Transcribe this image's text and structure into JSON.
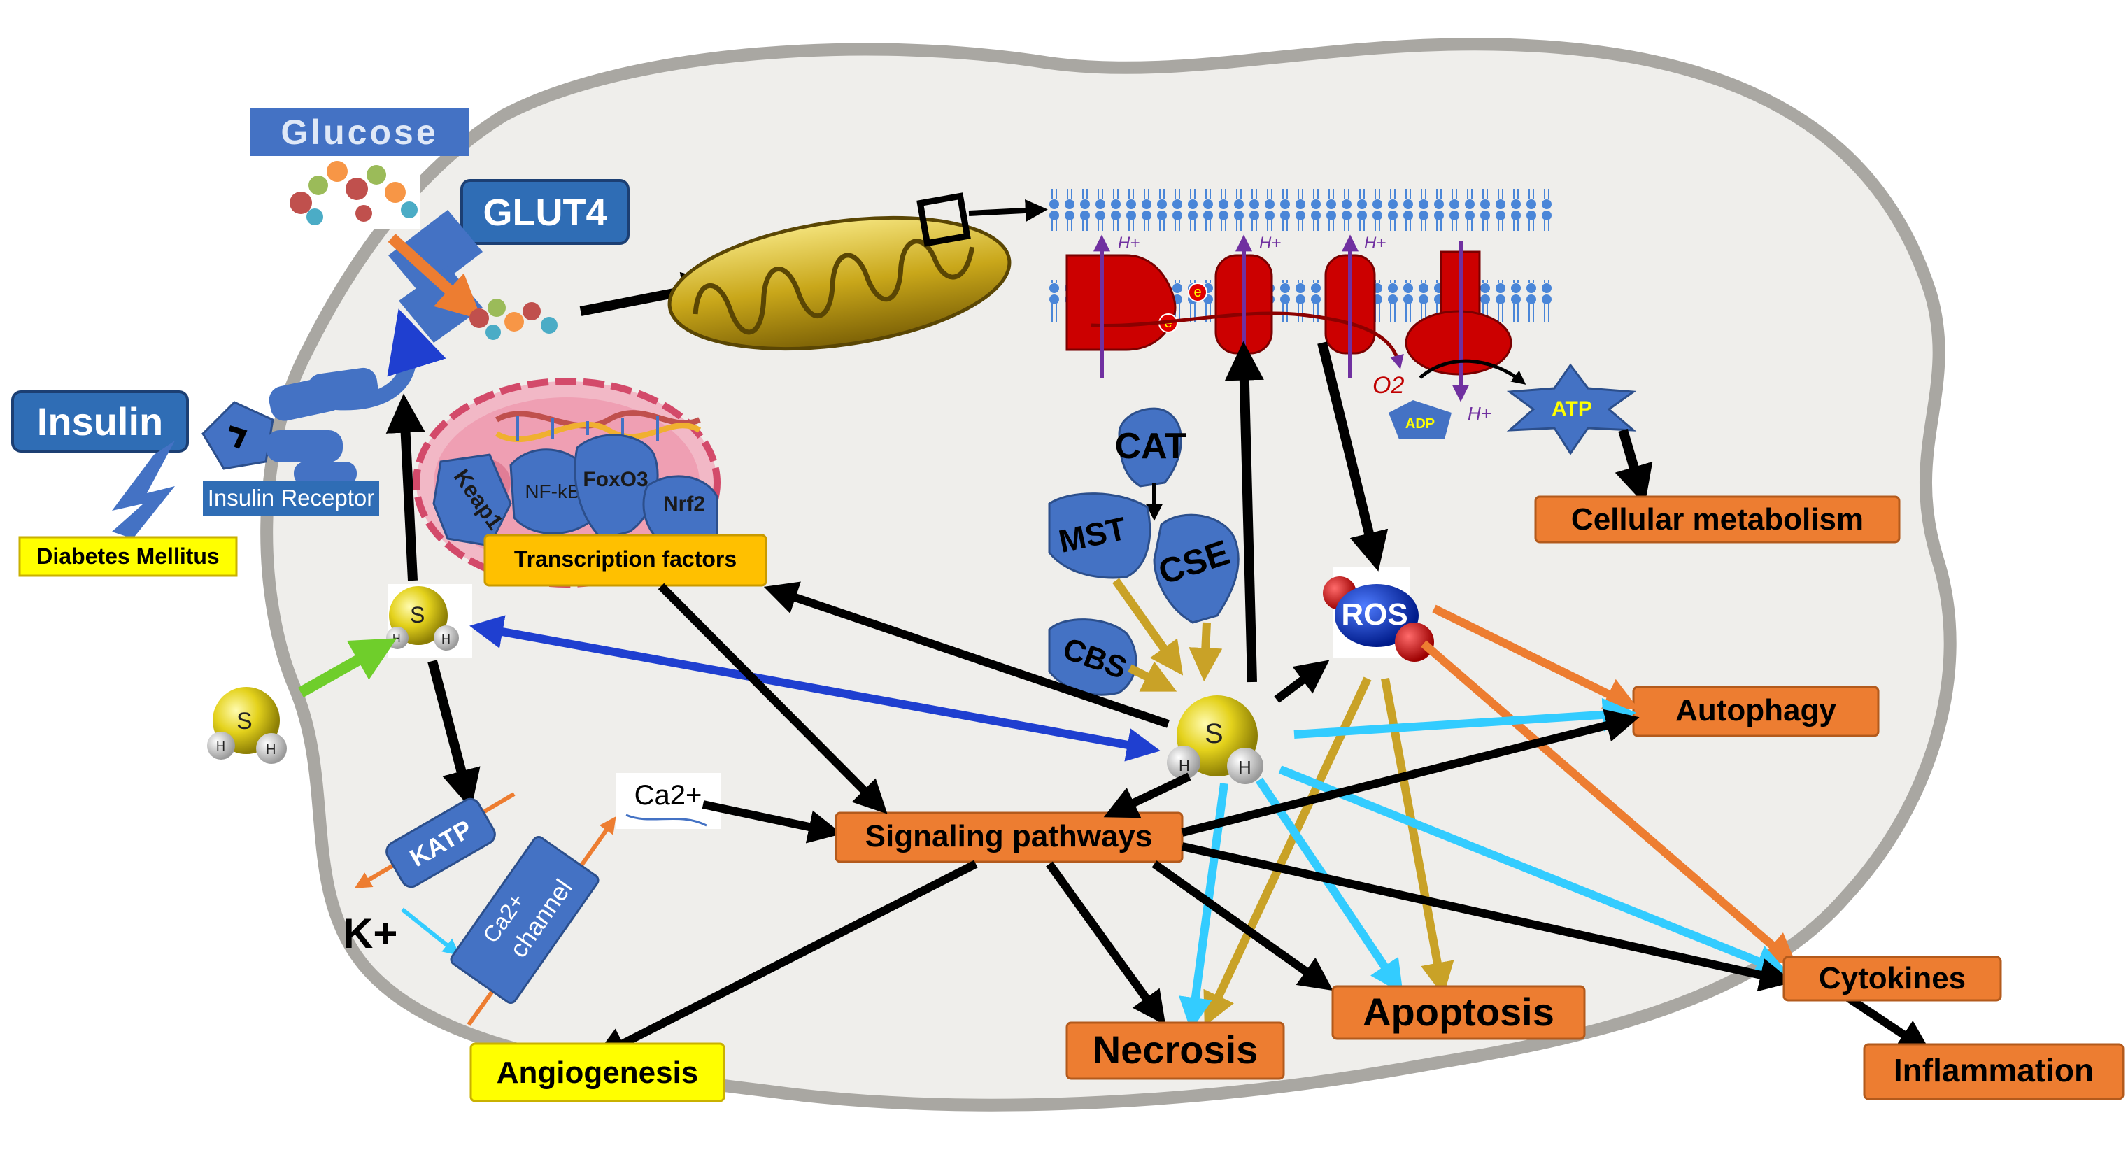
{
  "colors": {
    "cell_fill": "#efeeeb",
    "cell_border": "#a9a7a2",
    "blue": "#4472c4",
    "dark_blue": "#1f4e9a",
    "orange": "#ed7d31",
    "yellow": "#ffff00",
    "gold": "#ffc000",
    "cyan": "#33ccff",
    "red": "#c00000",
    "gold_arrow": "#c9a227",
    "green": "#6fce2b",
    "purple": "#7030a0"
  },
  "labels": {
    "glucose": "Glucose",
    "glut4": "GLUT4",
    "insulin": "Insulin",
    "insulin_receptor": "Insulin Receptor",
    "diabetes": "Diabetes Mellitus",
    "keap1": "Keap1",
    "nfkb": "NF-kB",
    "foxo3": "FoxO3",
    "nrf2": "Nrf2",
    "transcription": "Transcription factors",
    "cat": "CAT",
    "mst": "MST",
    "cse": "CSE",
    "cbs": "CBS",
    "ros": "ROS",
    "atp": "ATP",
    "adp": "ADP",
    "o2": "O2",
    "h_plus": "H+",
    "e_minus": "e",
    "cellular_metabolism": "Cellular metabolism",
    "autophagy": "Autophagy",
    "signaling": "Signaling pathways",
    "katp": "KATP",
    "k_plus": "K+",
    "ca_channel_1": "Ca2+",
    "ca_channel_2": "channel",
    "ca_ion": "Ca2+",
    "necrosis": "Necrosis",
    "apoptosis": "Apoptosis",
    "cytokines": "Cytokines",
    "inflammation": "Inflammation",
    "angiogenesis": "Angiogenesis",
    "s_atom": "S",
    "h_atom": "H"
  }
}
